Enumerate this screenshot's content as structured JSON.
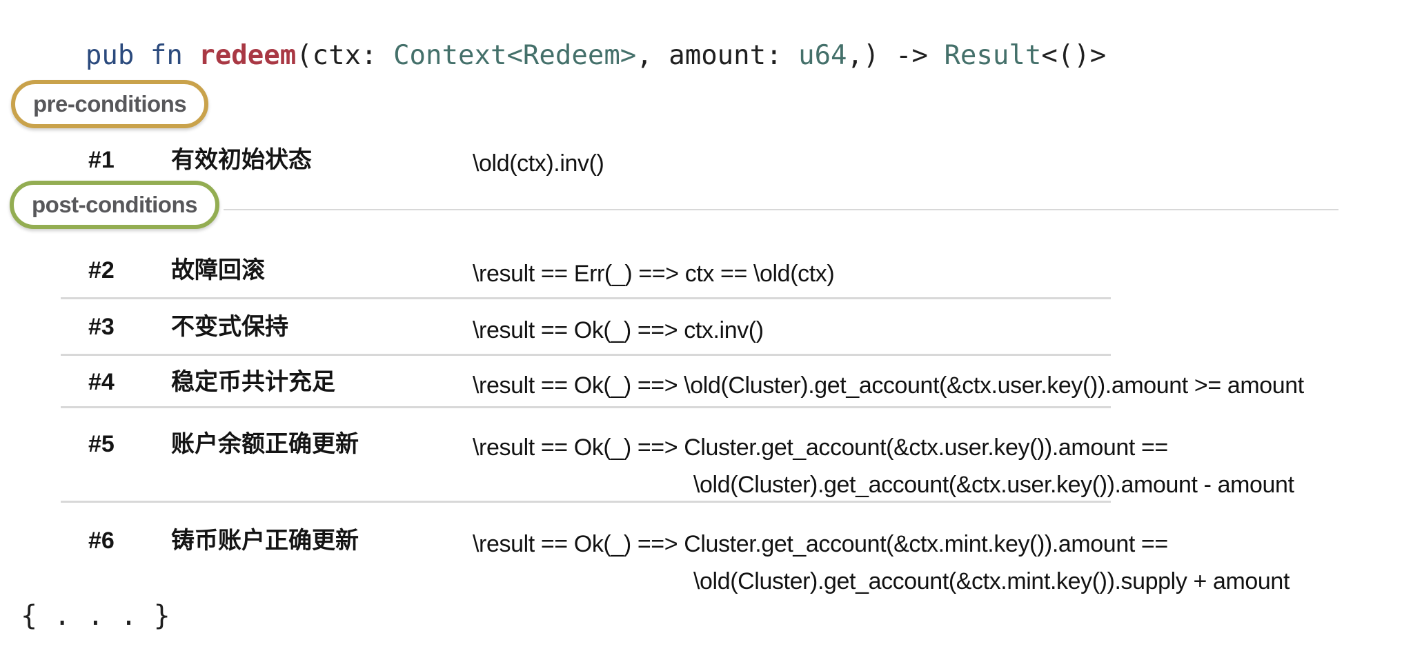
{
  "colors": {
    "code_keyword": "#2b4a7d",
    "code_function": "#a93844",
    "code_type": "#44706a",
    "code_plain": "#1f1f1f",
    "pre_badge_border": "#c9a24b",
    "post_badge_border": "#93ad52",
    "badge_text": "#57575a",
    "divider": "#d8d8d8"
  },
  "code": {
    "parts": [
      {
        "role": "keyword",
        "text": "pub fn "
      },
      {
        "role": "function",
        "text": "redeem"
      },
      {
        "role": "plain",
        "text": "(ctx: "
      },
      {
        "role": "type",
        "text": "Context<Redeem>"
      },
      {
        "role": "plain",
        "text": ", amount: "
      },
      {
        "role": "type",
        "text": "u64"
      },
      {
        "role": "plain",
        "text": ",) -> "
      },
      {
        "role": "type",
        "text": "Result"
      },
      {
        "role": "plain",
        "text": "<()>"
      }
    ]
  },
  "pre": {
    "badge_label": "pre-conditions",
    "rows": [
      {
        "num": "#1",
        "label": "有效初始状态",
        "lines": [
          "\\old(ctx).inv()"
        ]
      }
    ]
  },
  "post": {
    "badge_label": "post-conditions",
    "rows": [
      {
        "num": "#2",
        "label": "故障回滚",
        "lines": [
          "\\result == Err(_) ==> ctx == \\old(ctx)"
        ]
      },
      {
        "num": "#3",
        "label": "不变式保持",
        "lines": [
          "\\result == Ok(_) ==> ctx.inv()"
        ]
      },
      {
        "num": "#4",
        "label": "稳定币共计充足",
        "lines": [
          "\\result == Ok(_) ==> \\old(Cluster).get_account(&ctx.user.key()).amount >= amount"
        ]
      },
      {
        "num": "#5",
        "label": "账户余额正确更新",
        "lines": [
          "\\result == Ok(_) ==> Cluster.get_account(&ctx.user.key()).amount ==",
          "\\old(Cluster).get_account(&ctx.user.key()).amount - amount"
        ]
      },
      {
        "num": "#6",
        "label": "铸币账户正确更新",
        "lines": [
          "\\result == Ok(_) ==> Cluster.get_account(&ctx.mint.key()).amount ==",
          "\\old(Cluster).get_account(&ctx.mint.key()).supply + amount"
        ]
      }
    ]
  },
  "footer": "{ . . . }"
}
